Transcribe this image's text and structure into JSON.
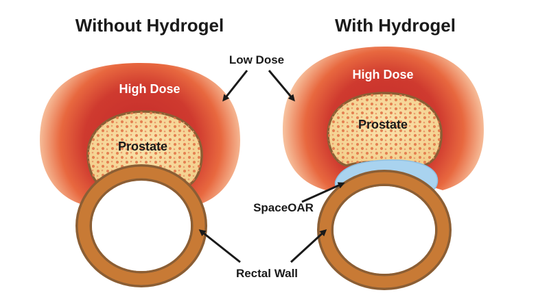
{
  "titles": {
    "left": "Without Hydrogel",
    "right": "With Hydrogel"
  },
  "labels": {
    "low_dose": "Low Dose",
    "high_dose": "High Dose",
    "prostate": "Prostate",
    "spaceoar": "SpaceOAR",
    "rectal_wall": "Rectal Wall"
  },
  "colors": {
    "outer_dose": "#f4b88a",
    "mid_dose": "#e6643f",
    "high_dose": "#c8312c",
    "prostate_fill": "#f7dca3",
    "prostate_dots": "#e7804d",
    "organ_outline": "#8b5e34",
    "rectal_wall_fill": "#c87a35",
    "spaceoar_fill": "#a9d3ef",
    "arrow": "#1a1a1a"
  }
}
